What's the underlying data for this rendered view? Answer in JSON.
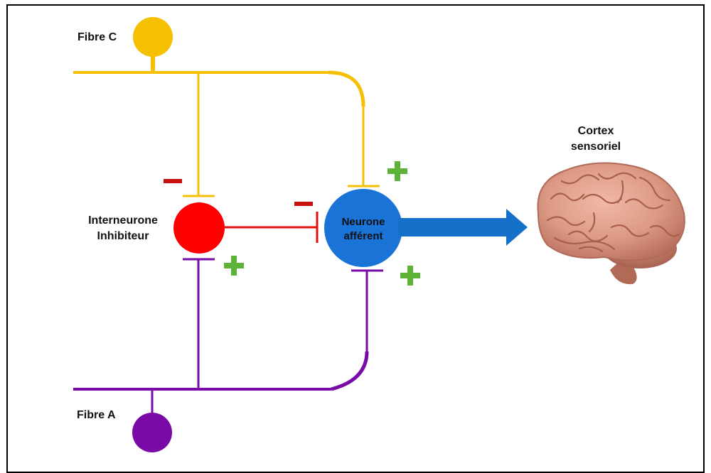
{
  "labels": {
    "fibre_c": "Fibre C",
    "fibre_a": "Fibre A",
    "interneurone_line1": "Interneurone",
    "interneurone_line2": "Inhibiteur",
    "neurone_line1": "Neurone",
    "neurone_line2": "afférent",
    "cortex_line1": "Cortex",
    "cortex_line2": "sensoriel"
  },
  "colors": {
    "fibre_c": "#f5c000",
    "fibre_a": "#7a0aa8",
    "interneurone": "#ff0000",
    "neurone_afferent": "#1a73d6",
    "arrow": "#1470c8",
    "excitatory": "#5cb338",
    "inhibitory": "#c91010"
  },
  "signs": {
    "excitatory": "+",
    "inhibitory": "−"
  },
  "icons": {
    "brain": "brain-image"
  }
}
